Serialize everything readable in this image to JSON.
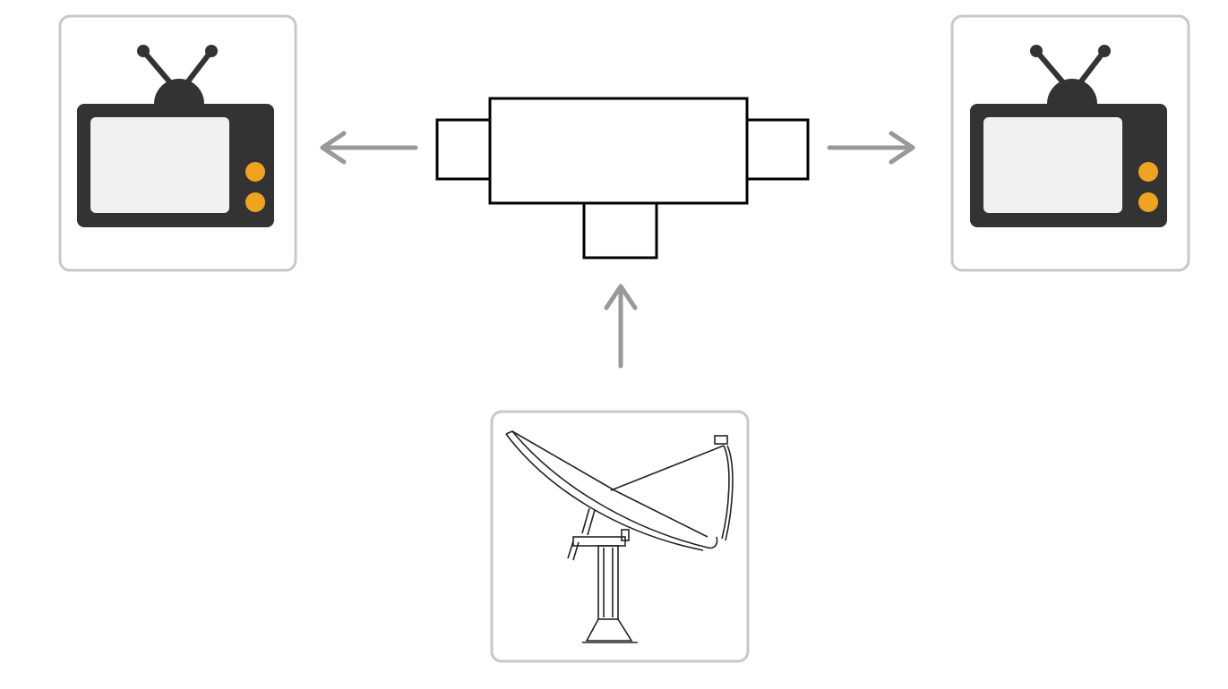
{
  "diagram": {
    "nodes": [
      {
        "id": "tv-left",
        "icon": "television-icon"
      },
      {
        "id": "splitter",
        "icon": "splitter-icon"
      },
      {
        "id": "tv-right",
        "icon": "television-icon"
      },
      {
        "id": "satellite-dish",
        "icon": "satellite-dish-icon"
      }
    ],
    "edges": [
      {
        "from": "satellite-dish",
        "to": "splitter"
      },
      {
        "from": "splitter",
        "to": "tv-left"
      },
      {
        "from": "splitter",
        "to": "tv-right"
      }
    ]
  },
  "colors": {
    "card_border": "#c8c8c8",
    "tv_body": "#333333",
    "tv_screen": "#f1f1f1",
    "tv_knob": "#f0a31e",
    "arrow": "#999999",
    "outline": "#000000"
  }
}
